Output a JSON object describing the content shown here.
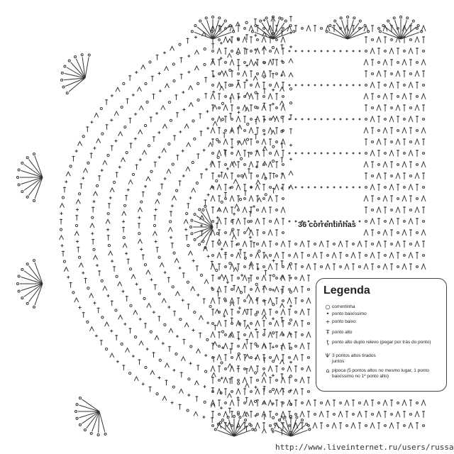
{
  "diagram": {
    "row_label": "36 correntinhas",
    "legend": {
      "title": "Legenda",
      "items": [
        {
          "icon": "chain-circle-icon",
          "text": "correntinha"
        },
        {
          "icon": "dot-icon",
          "text": "ponto baixíssimo"
        },
        {
          "icon": "plus-icon",
          "text": "ponto baixo"
        },
        {
          "icon": "tall-stitch-icon",
          "text": "ponto alto"
        },
        {
          "icon": "relief-stitch-icon",
          "text": "ponto alto duplo relevo (pegar por trás do ponto)"
        },
        {
          "icon": "cluster-icon",
          "text": "3 pontos altos tirados juntos"
        },
        {
          "icon": "popcorn-icon",
          "text": "pipoca (5 pontos altos no mesmo lugar, 1 ponto baixíssimo no 1º ponto alto)"
        }
      ]
    },
    "watermark": "http://www.liveinternet.ru/users/russa_n/"
  }
}
